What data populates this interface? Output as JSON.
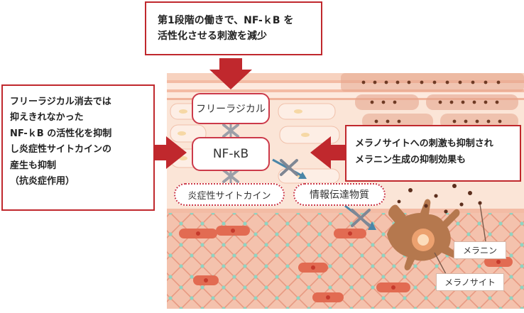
{
  "callouts": {
    "top": [
      "第1段階の働きで、NF-ｋB を",
      "活性化させる刺激を減少"
    ],
    "left": [
      "フリーラジカル消去では",
      "抑えきれなかった",
      "NF-ｋB の活性化を抑制",
      "し炎症性サイトカインの",
      "産生も抑制",
      "（抗炎症作用）"
    ],
    "right": [
      "メラノサイトへの刺激も抑制され",
      "メラニン生成の抑制効果も"
    ]
  },
  "nodes": {
    "free_radical": "フリーラジカル",
    "nfkb": "NF-κB",
    "inflammatory_cytokine": "炎症性サイトカイン",
    "messenger": "情報伝達物質"
  },
  "labels": {
    "melanin": "メラニン",
    "melanocyte": "メラノサイト"
  },
  "colors": {
    "arrow_red": "#c0282d",
    "pill_border": "#cc3a4a",
    "cross_gray": "#9b9fa8",
    "flow_arrow_blue": "#4a86a8",
    "melanocyte_brown": "#b5784e"
  },
  "icons": {
    "block": "cross-icon",
    "flow": "arrow-icon",
    "callout_pointer": "arrow-icon"
  }
}
